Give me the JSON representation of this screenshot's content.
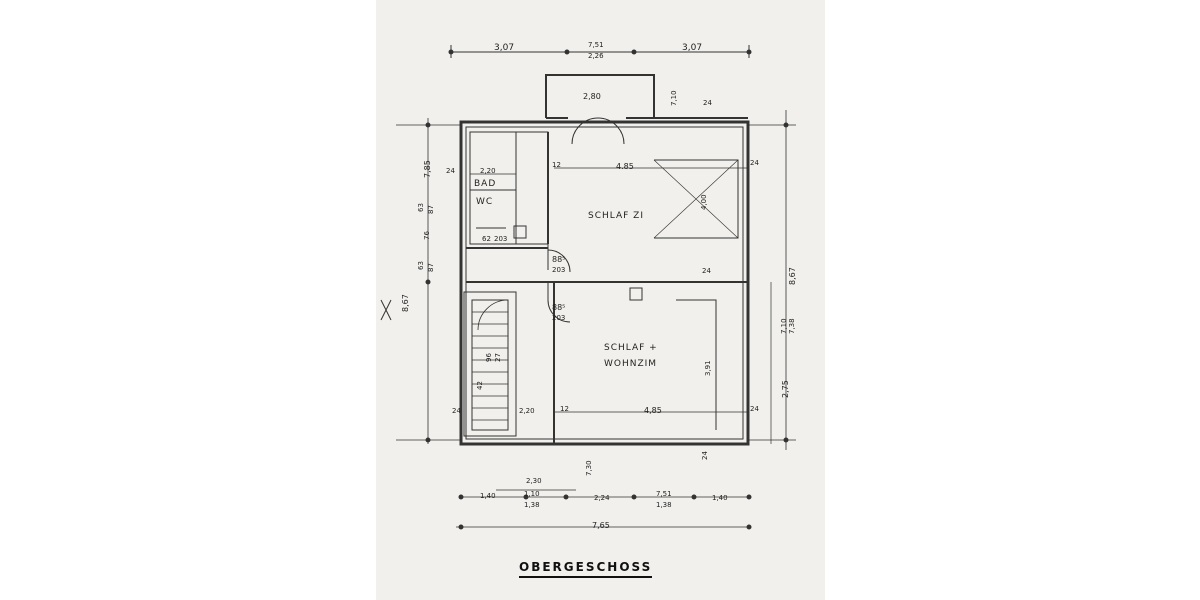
{
  "plan": {
    "title": "OBERGESCHOSS",
    "rooms": {
      "bad": "BAD",
      "wc": "WC",
      "schlafzi": "SCHLAF ZI",
      "schlaf_plus": "SCHLAF +",
      "wohnzim": "WOHNZIM"
    },
    "dims": {
      "top_left": "3,07",
      "top_mid_a": "7,51",
      "top_mid_b": "2,26",
      "top_right": "3,07",
      "balcony_width": "2,80",
      "balcony_depth": "7,10",
      "wall_24_top": "24",
      "left_785": "7,85",
      "bad_220": "2,20",
      "wall_24_bad": "24",
      "wall_12_a": "12",
      "schlaf_485": "4.85",
      "wall_24_r1": "24",
      "schlaf_400": "4,00",
      "left_63": "63",
      "left_87": "87",
      "left_76": "76",
      "door_62": "62",
      "door_203a": "203",
      "left_63b": "63",
      "left_87b": "87",
      "door_885a": "88⁵",
      "door_203b": "203",
      "wall_24_mid": "24",
      "left_867": "8,67",
      "right_867": "8,67",
      "door_885b": "88⁵",
      "door_203c": "203",
      "right_710": "7,10",
      "right_738": "7,38",
      "stair_96": "96",
      "stair_27": "27",
      "stair_42": "42",
      "wohn_391": "3,91",
      "right_275": "2,75",
      "wall_24_l": "24",
      "stair_220": "2,20",
      "wall_12_b": "12",
      "wohn_485": "4,85",
      "wall_24_r2": "24",
      "wall_24_bottom": "24",
      "bot_230": "2,30",
      "bot_730": "7,30",
      "bot_140a": "1,40",
      "bot_110": "1,10",
      "bot_138a": "1,38",
      "bot_224": "2,24",
      "bot_751": "7,51",
      "bot_138b": "1,38",
      "bot_140b": "1,40",
      "total_765": "7,65"
    }
  }
}
